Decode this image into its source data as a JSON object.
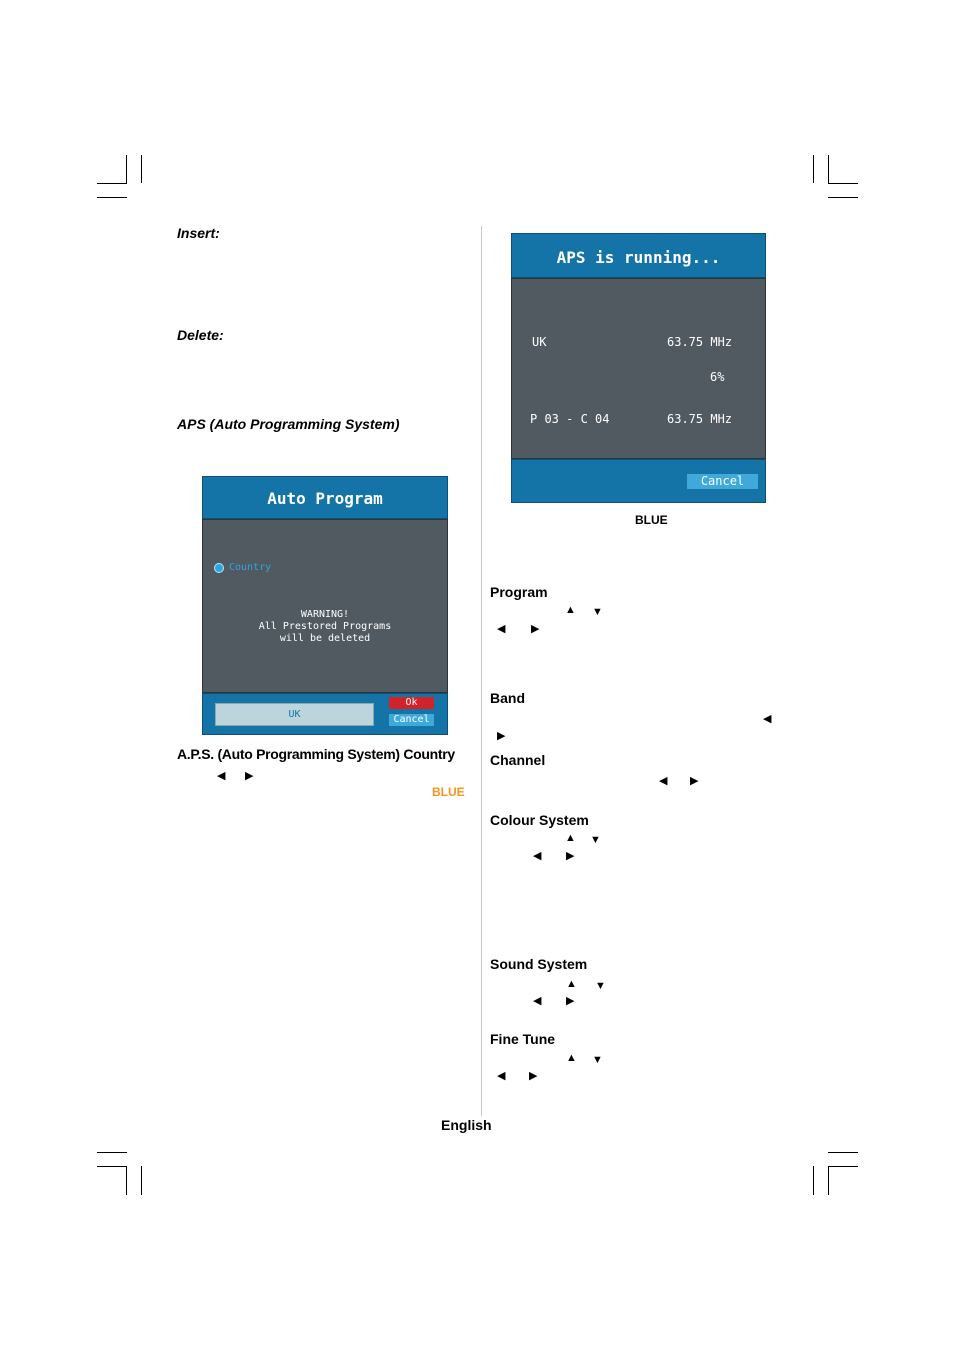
{
  "left_column": {
    "insert_label": "Insert:",
    "delete_label": "Delete:",
    "aps_heading": "APS (Auto Programming System)",
    "auto_program_osd": {
      "title": "Auto Program",
      "country_label": "Country",
      "warning_line1": "WARNING!",
      "warning_line2": "All Prestored Programs",
      "warning_line3": "will be deleted",
      "country_value": "UK",
      "ok_label": "Ok",
      "cancel_label": "Cancel"
    },
    "aps_country_heading": "A.P.S. (Auto Programming System) Country",
    "left_arrow": "◀",
    "right_arrow": "▶",
    "blue_label": "BLUE"
  },
  "right_column": {
    "aps_running_osd": {
      "title": "APS is running...",
      "country": "UK",
      "freq1": "63.75 MHz",
      "progress": "6%",
      "program_channel": "P 03 - C 04",
      "freq2": "63.75 MHz",
      "cancel_label": "Cancel"
    },
    "blue_label": "BLUE",
    "program_heading": "Program",
    "band_heading": "Band",
    "channel_heading": "Channel",
    "colour_system_heading": "Colour System",
    "sound_system_heading": "Sound System",
    "fine_tune_heading": "Fine Tune",
    "up_arrow": "▲",
    "down_arrow": "▼",
    "left_arrow": "◀",
    "right_arrow": "▶"
  },
  "footer": {
    "language": "English"
  },
  "colors": {
    "osd_blue": "#1474a8",
    "osd_grey": "#515a60",
    "ok_red": "#d2232a",
    "cancel_cyan": "#3fa9d9",
    "blue_label_orange": "#f7941d",
    "country_cyan": "#2aa6e0"
  }
}
